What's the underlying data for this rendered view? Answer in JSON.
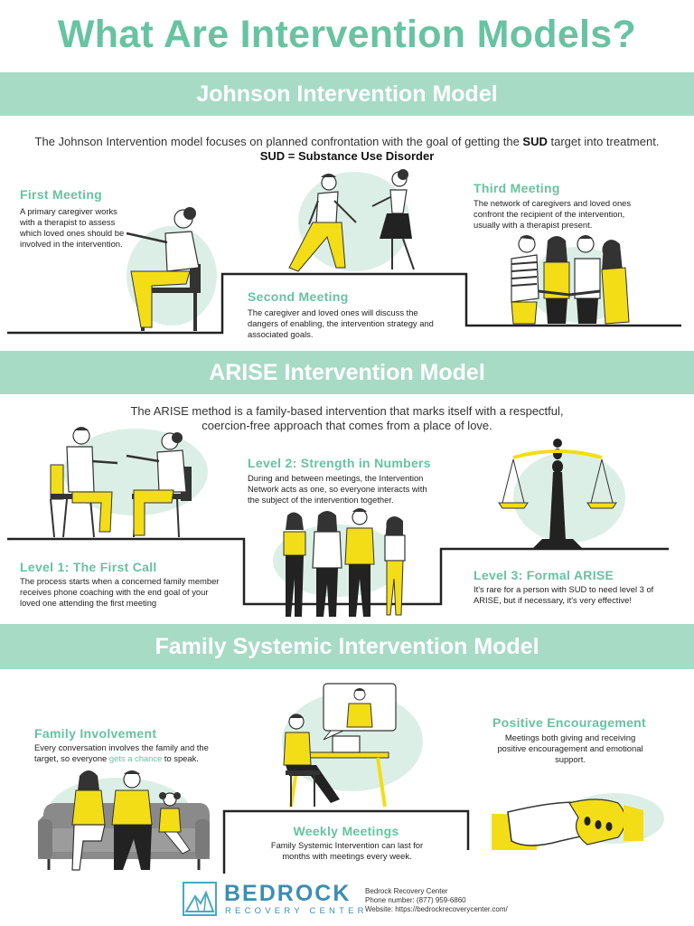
{
  "title": "What Are Intervention Models?",
  "johnson": {
    "heading": "Johnson Intervention Model",
    "intro_prefix": "The Johnson Intervention model focuses on planned confrontation with the goal of getting the ",
    "intro_bold": "SUD",
    "intro_suffix": " target into treatment.",
    "sud_def": "SUD = Substance Use Disorder",
    "steps": [
      {
        "title": "First Meeting",
        "text": "A primary caregiver works with a therapist to assess which loved ones should be involved in the intervention."
      },
      {
        "title": "Second Meeting",
        "text": "The caregiver and loved ones will discuss the dangers of enabling, the intervention strategy and associated goals."
      },
      {
        "title": "Third Meeting",
        "text": "The network of caregivers and loved ones confront the recipient of the intervention, usually with a therapist present."
      }
    ]
  },
  "arise": {
    "heading": "ARISE Intervention Model",
    "intro_line1": "The ARISE method is a family-based intervention that marks itself with a respectful,",
    "intro_line2": "coercion-free approach that comes from a place of love.",
    "levels": [
      {
        "title": "Level 1: The First Call",
        "text": "The process starts when a concerned family member receives phone coaching with the end goal of your loved one attending the first meeting"
      },
      {
        "title": "Level 2: Strength in Numbers",
        "text": "During and between meetings, the Intervention Network acts as one, so everyone interacts with the subject of the intervention together."
      },
      {
        "title": "Level 3: Formal ARISE",
        "text": "It's rare for a person with SUD to need level 3 of ARISE, but if necessary, it's very effective!"
      }
    ]
  },
  "family": {
    "heading": "Family Systemic Intervention Model",
    "items": [
      {
        "title": "Family Involvement",
        "text_prefix": "Every conversation involves the family and the target, so everyone ",
        "text_highlight": "gets a chance",
        "text_suffix": " to speak."
      },
      {
        "title": "Weekly Meetings",
        "text": "Family Systemic Intervention can last for months with meetings every week."
      },
      {
        "title": "Positive Encouragement",
        "text": "Meetings both giving and receiving positive encouragement and emotional support."
      }
    ]
  },
  "footer": {
    "logo_word": "BEDROCK",
    "logo_sub": "RECOVERY CENTER",
    "org": "Bedrock Recovery Center",
    "phone": "Phone number:  (877) 959-6860",
    "website": "Website: https://bedrockrecoverycenter.com/"
  },
  "colors": {
    "accent_green": "#67c3a1",
    "band_green": "#a7dbc5",
    "blob_green": "#dcefe6",
    "yellow": "#f3dd17",
    "dark": "#222222",
    "logo_blue": "#3c8db4"
  }
}
